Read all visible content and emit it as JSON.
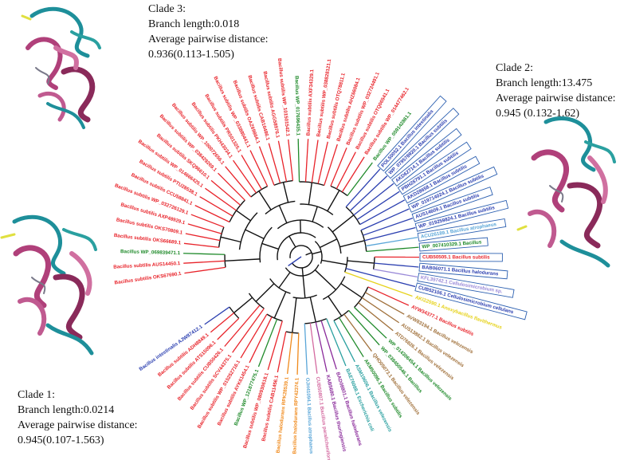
{
  "colors": {
    "red": "#e8232a",
    "black": "#111111",
    "blue": "#2b3fb0",
    "green": "#1f8a2a",
    "orange": "#f08a1c",
    "yellow": "#e6d21a",
    "purple": "#8a2a9a",
    "teal": "#2aa0a0",
    "brown": "#a0703a",
    "lightblue": "#5aa6d8",
    "lavender": "#9a8ad8",
    "pink": "#d46aa0",
    "box": "#2b5fb0"
  },
  "clades": [
    {
      "title": "Clade 3:",
      "branch": "Branch length:0.018",
      "apd_label": "Average pairwise distance:",
      "apd_value": "0.936(0.113-1.505)"
    },
    {
      "title": "Clade 2:",
      "branch": "Branch length:13.475",
      "apd_label": "Average pairwise distance:",
      "apd_value": " 0.945 (0.132-1.62)"
    },
    {
      "title": "Clade 1:",
      "branch": "Branch length:0.0214",
      "apd_label": "Average pairwise distance:",
      "apd_value": "0.945(0.107-1.563)"
    }
  ],
  "leaves": [
    {
      "label": "Bacillus subtilis OKS67690.1",
      "color": "red"
    },
    {
      "label": "Bacillus subtilis AUS14450.1",
      "color": "red"
    },
    {
      "label": "Bacillus WP_069839471.1",
      "color": "green"
    },
    {
      "label": "Bacillus subtilis OKS66689.1",
      "color": "red"
    },
    {
      "label": "Bacillus subtilis OKS70809.1",
      "color": "red"
    },
    {
      "label": "Bacillus subtilis AXP48929.1",
      "color": "red"
    },
    {
      "label": "Bacillus subtilis WP_032726129.1",
      "color": "red"
    },
    {
      "label": "Bacillus subtilis CCU58841.1",
      "color": "red"
    },
    {
      "label": "Bacillus subtilis PTU28538.1",
      "color": "red"
    },
    {
      "label": "Bacillus subtilis WP_014666425.1",
      "color": "red"
    },
    {
      "label": "Bacillus subtilis SKQ96610.1",
      "color": "red"
    },
    {
      "label": "Bacillus subtilis WP_038429269.1",
      "color": "red"
    },
    {
      "label": "Bacillus subtilis WP_100072656.1",
      "color": "red"
    },
    {
      "label": "Bacillus subtilis PKH43034.1",
      "color": "red"
    },
    {
      "label": "Bacillus subtilis PRS01325.1",
      "color": "red"
    },
    {
      "label": "Bacillus subtilis WP_033880441.1",
      "color": "red"
    },
    {
      "label": "Bacillus subtilis OAZ69864.1",
      "color": "red"
    },
    {
      "label": "Bacillus subtilis CAB16486.1",
      "color": "red"
    },
    {
      "label": "Bacillus subtilis AGG58976.1",
      "color": "red"
    },
    {
      "label": "Bacillus subtilis WP_101501542.1",
      "color": "red"
    },
    {
      "label": "Bacillus WP_017696435.1",
      "color": "green"
    },
    {
      "label": "Bacillus subtilis AXF34329.1",
      "color": "red"
    },
    {
      "label": "Bacillus subtilis WP_038828121.1",
      "color": "red"
    },
    {
      "label": "Bacillus subtilis OTQ78811.1",
      "color": "red"
    },
    {
      "label": "Bacillus subtilis AHZ66084.1",
      "color": "red"
    },
    {
      "label": "Bacillus subtilis WP_032724491.1",
      "color": "red"
    },
    {
      "label": "Bacillus subtilis OTQ06541.1",
      "color": "red"
    },
    {
      "label": "Bacillus subtilis WP_014477462.1",
      "color": "red"
    },
    {
      "label": "Bacillus WP_059142861.1",
      "color": "green"
    },
    {
      "label": "POL50052.1 Bacillus intestinalis",
      "color": "blue"
    },
    {
      "label": "WP_079578920.1 Bacillus subtilis",
      "color": "blue"
    },
    {
      "label": "AKD62714.1 Bacillus subtilis",
      "color": "blue"
    },
    {
      "label": "PBH26791.1 Bacillus subtilis",
      "color": "blue"
    },
    {
      "label": "AKD28658.1 Bacillus subtilis",
      "color": "blue"
    },
    {
      "label": "WP_019714024.1 Bacillus subtilis",
      "color": "blue"
    },
    {
      "label": "AUS14609.1 Bacillus subtilis",
      "color": "blue"
    },
    {
      "label": "WP_019259824.1 Bacillus subtilis",
      "color": "blue"
    },
    {
      "label": "ACU26189.1 Bacillus atrophaeus",
      "color": "lightblue"
    },
    {
      "label": "WP_007410329.1 Bacillus",
      "color": "green"
    },
    {
      "label": "CUB50505.1 Bacillus subtilis",
      "color": "red"
    },
    {
      "label": "BAB06071.1 Bacillus halodurans",
      "color": "blue"
    },
    {
      "label": "KFL39742.1 Cellulosimicrobium sp.",
      "color": "lavender"
    },
    {
      "label": "CUB52106.1 Cellulosimicrobium cellulans",
      "color": "blue"
    },
    {
      "label": "AKI22590.1 Anoxybacillus flavithermus",
      "color": "yellow"
    },
    {
      "label": "AYW34377.1 Bacillus subtilis",
      "color": "red"
    },
    {
      "label": "AVW83194.1 Bacillus velezensis",
      "color": "brown"
    },
    {
      "label": "AUS13862.1 Bacillus velezensis",
      "color": "brown"
    },
    {
      "label": "ATD76826.1 Bacillus velezensis",
      "color": "brown"
    },
    {
      "label": "WP_014306454.1 Bacillus velezensis",
      "color": "green"
    },
    {
      "label": "WP_038450546.1 Bacillus",
      "color": "green"
    },
    {
      "label": "QHO05073.1 Bacillus velezensis",
      "color": "brown"
    },
    {
      "label": "AKM50096.1 Bacillus subtilis",
      "color": "green"
    },
    {
      "label": "ASM19606.1 Bacillus velezensis",
      "color": "teal"
    },
    {
      "label": "BAE76088.1 Escherichia coli",
      "color": "teal"
    },
    {
      "label": "BAD08801.1 Bacillus halodurans",
      "color": "purple"
    },
    {
      "label": "KAB5680.1 Bacillus thuringiensis",
      "color": "purple"
    },
    {
      "label": "CUB50807.1 Bacillus paralicheniformis",
      "color": "pink"
    },
    {
      "label": "OJH41094.1 Bacillus atrophaeus",
      "color": "lightblue"
    },
    {
      "label": "Bacillus halodurans RPY42374.1",
      "color": "orange"
    },
    {
      "label": "Bacillus halodurans RPK28539.1",
      "color": "orange"
    },
    {
      "label": "Bacillus subtilis CAB11456.1",
      "color": "red"
    },
    {
      "label": "Bacillus subtilis WP_080930618.1",
      "color": "red"
    },
    {
      "label": "Bacillus WP_121877475.1",
      "color": "green"
    },
    {
      "label": "Bacillus subtilis AYK61454.1",
      "color": "red"
    },
    {
      "label": "Bacillus subtilis WP_015252716.1",
      "color": "red"
    },
    {
      "label": "Bacillus subtilis SCV44375.1",
      "color": "red"
    },
    {
      "label": "Bacillus subtilis CUB50426.1",
      "color": "red"
    },
    {
      "label": "Bacillus subtilis ATS15096.1",
      "color": "red"
    },
    {
      "label": "Bacillus subtilis ADH8849.1",
      "color": "red"
    },
    {
      "label": "Bacillus intestinalis AJW87412.1",
      "color": "blue"
    }
  ]
}
